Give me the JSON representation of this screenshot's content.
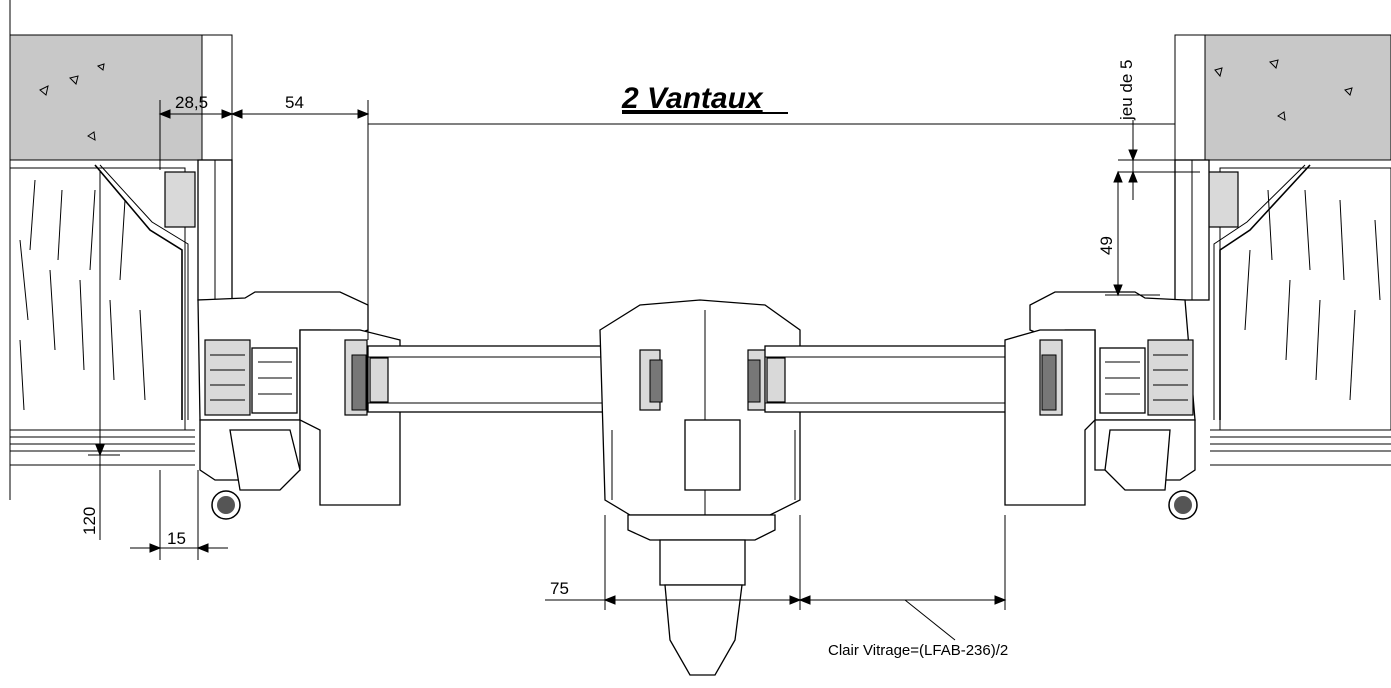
{
  "title": "2 Vantaux",
  "dimensions": {
    "d_28_5": "28,5",
    "d_54": "54",
    "d_jeu_de_5": "jeu de 5",
    "d_49": "49",
    "d_120": "120",
    "d_15": "15",
    "d_75": "75"
  },
  "annotation": "Clair Vitrage=(LFAB-236)/2",
  "colors": {
    "masonry": "#c8c8c8",
    "line": "#000000",
    "background": "#ffffff"
  }
}
